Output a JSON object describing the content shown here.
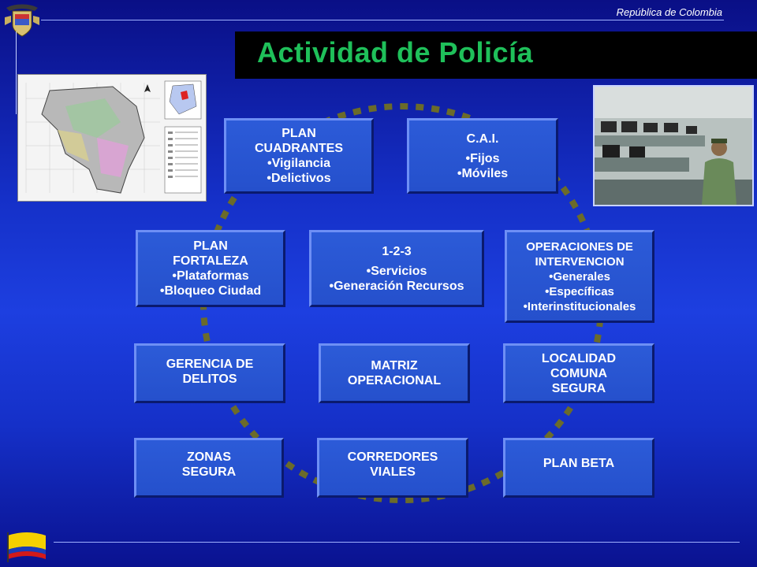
{
  "header": {
    "country": "República de Colombia",
    "title": "Actividad de Policía"
  },
  "images": {
    "map": "city-map-image",
    "photo": "police-control-room-photo"
  },
  "boxes": {
    "cuadrantes": {
      "title": "PLAN CUADRANTES",
      "items": [
        "Vigilancia",
        "Delictivos"
      ]
    },
    "cai": {
      "title": "C.A.I.",
      "items": [
        "Fijos",
        "Móviles"
      ]
    },
    "fortaleza": {
      "title": "PLAN FORTALEZA",
      "items": [
        "Plataformas",
        "Bloqueo Ciudad"
      ]
    },
    "uno_dos_tres": {
      "title": "1-2-3",
      "items": [
        "Servicios",
        "Generación Recursos"
      ]
    },
    "operaciones": {
      "title": "OPERACIONES DE INTERVENCION",
      "items": [
        "Generales",
        "Específicas",
        "Interinstitucionales"
      ]
    },
    "gerencia": {
      "title": "GERENCIA DE DELITOS"
    },
    "matriz": {
      "title": "MATRIZ OPERACIONAL"
    },
    "localidad": {
      "title": "LOCALIDAD COMUNA SEGURA"
    },
    "zonas": {
      "title": "ZONAS SEGURA"
    },
    "corredores": {
      "title": "CORREDORES VIALES"
    },
    "beta": {
      "title": "PLAN BETA"
    }
  },
  "colors": {
    "title_green": "#1fc05a",
    "box_blue": "#2a56d4",
    "ring_dash": "#6b6b2a"
  }
}
